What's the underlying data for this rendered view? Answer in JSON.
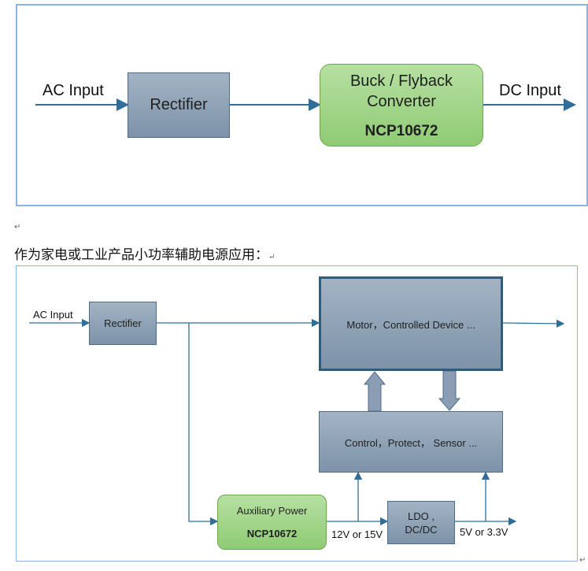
{
  "diagram1": {
    "input_label": "AC Input",
    "rectifier_label": "Rectifier",
    "converter_line1": "Buck / Flyback",
    "converter_line2": "Converter",
    "converter_chip": "NCP10672",
    "output_label": "DC Input"
  },
  "caption": "作为家电或工业产品小功率辅助电源应用：",
  "paragraph_mark": "↵",
  "diagram2": {
    "input_label": "AC Input",
    "rectifier_label": "Rectifier",
    "motor_label": "Motor，Controlled Device ...",
    "control_label": "Control，Protect， Sensor ...",
    "aux_line1": "Auxiliary Power",
    "aux_chip": "NCP10672",
    "ldo_line1": "LDO ,",
    "ldo_line2": "DC/DC",
    "aux_out_label": "12V or 15V",
    "ldo_out_label": "5V or 3.3V"
  },
  "colors": {
    "arrow": "#2e6e99",
    "gray_box": "#8a9db2",
    "green_box": "#9fd385",
    "frame": "#8db3e2"
  }
}
